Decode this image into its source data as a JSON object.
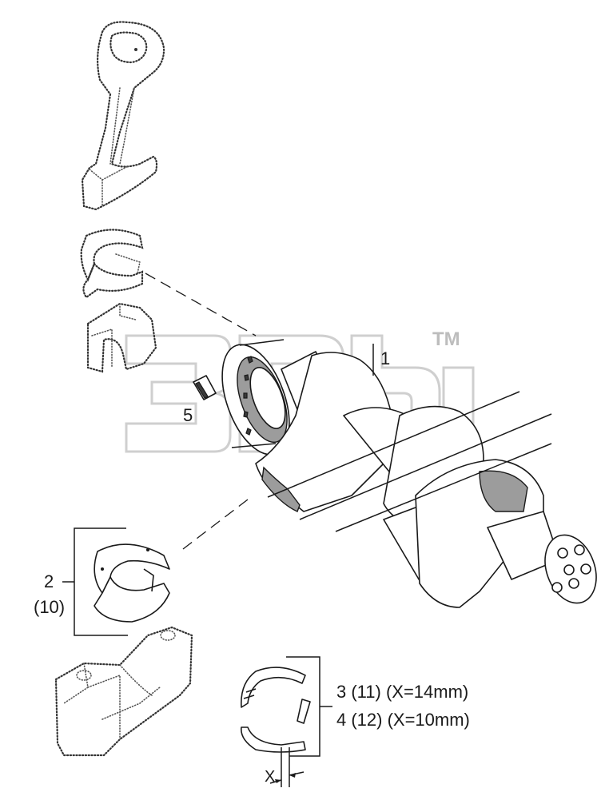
{
  "watermark": {
    "text": "3DM",
    "trademark": "TM"
  },
  "callouts": [
    {
      "id": "item-1",
      "text": "1"
    },
    {
      "id": "item-5",
      "text": "5"
    },
    {
      "id": "item-2",
      "text": "2"
    },
    {
      "id": "item-2-alt",
      "text": "(10)"
    },
    {
      "id": "item-3",
      "text": "3 (11) (X=14mm)"
    },
    {
      "id": "item-4",
      "text": "4 (12) (X=10mm)"
    },
    {
      "id": "dimension-x",
      "text": "X"
    }
  ],
  "colors": {
    "ink": "#1a1a1a",
    "watermark": "#cfcfcf",
    "shade": "#9c9c9c"
  },
  "icons": [
    "connecting-rod-icon",
    "bearing-shell-icon",
    "crankshaft-icon",
    "main-bearing-cap-icon",
    "thrust-washer-icon",
    "dowel-pin-icon"
  ]
}
